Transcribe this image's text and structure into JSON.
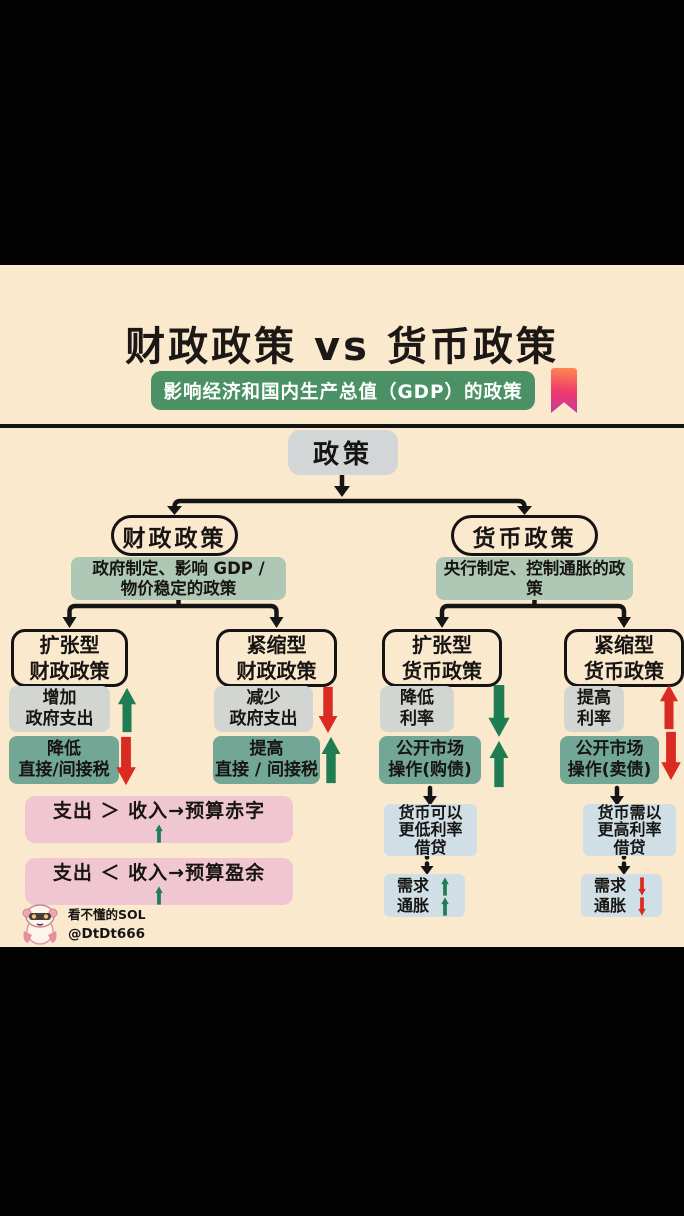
{
  "title": "财政政策 vs 货币政策",
  "subtitle": "影响经济和国内生产总值（GDP）的政策",
  "root_node": "政策",
  "fiscal": {
    "name": "财政政策",
    "desc": [
      "政府制定、影响 GDP /",
      "物价稳定的政策"
    ],
    "expansionary": {
      "name": [
        "扩张型",
        "财政政策"
      ],
      "action1": [
        "增加",
        "政府支出"
      ],
      "action2": [
        "降低",
        "直接/间接税"
      ]
    },
    "contractionary": {
      "name": [
        "紧缩型",
        "财政政策"
      ],
      "action1": [
        "减少",
        "政府支出"
      ],
      "action2": [
        "提高",
        "直接 / 间接税"
      ]
    },
    "deficit": "支出 ＞ 收入→预算赤字",
    "surplus": "支出 ＜ 收入→预算盈余"
  },
  "monetary": {
    "name": "货币政策",
    "desc": "央行制定、控制通胀的政策",
    "expansionary": {
      "name": [
        "扩张型",
        "货币政策"
      ],
      "action1": [
        "降低",
        "利率"
      ],
      "action2": [
        "公开市场",
        "操作(购债)"
      ],
      "effect": [
        "货币可以",
        "更低利率",
        "借贷"
      ],
      "outcome": [
        "需求",
        "通胀"
      ]
    },
    "contractionary": {
      "name": [
        "紧缩型",
        "货币政策"
      ],
      "action1": [
        "提高",
        "利率"
      ],
      "action2": [
        "公开市场",
        "操作(卖债)"
      ],
      "effect": [
        "货币需以",
        "更高利率",
        "借贷"
      ],
      "outcome": [
        "需求",
        "通胀"
      ]
    }
  },
  "footer": {
    "brand": "看不懂的SOL",
    "handle": "@DtDt666"
  },
  "icons": {
    "bookmark": "ribbon-bookmark",
    "up_arrow": "thick-up-arrow",
    "down_arrow": "thick-down-arrow",
    "avatar": "cartoon-mascot"
  },
  "colors": {
    "background": "#fbe9cd",
    "letterbox": "#020202",
    "subtitle_green": "#4b9166",
    "sage_box": "#aec8b5",
    "teal_box": "#72a695",
    "gray_box": "#d3d5d2",
    "pink_box": "#f1c6d3",
    "blue_box": "#cfdfe5",
    "arrow_green": "#1e7d52",
    "arrow_red": "#d92b21"
  }
}
